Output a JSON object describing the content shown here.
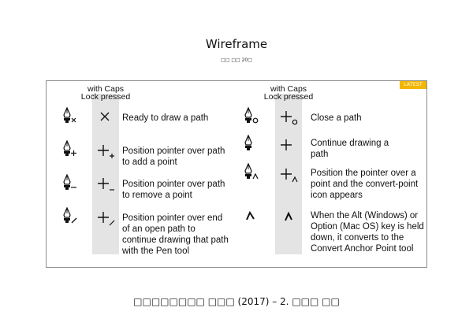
{
  "header": {
    "title": "Wireframe",
    "subtitle": "□□ □□ 20□"
  },
  "panel": {
    "badge": "LATEST",
    "left_column": {
      "header_line1": "with  Caps",
      "header_line2": "Lock pressed",
      "rows": [
        {
          "desc": "Ready to draw a path",
          "pen_icon": "pen-x-icon",
          "caps_icon": "cross-x-icon"
        },
        {
          "desc": "Position pointer over path to add a point",
          "pen_icon": "pen-plus-icon",
          "caps_icon": "crosshair-plus-icon"
        },
        {
          "desc": "Position pointer over path to remove a point",
          "pen_icon": "pen-minus-icon",
          "caps_icon": "crosshair-minus-icon"
        },
        {
          "desc": "Position pointer over end of an open path to continue drawing that path with the Pen tool",
          "pen_icon": "pen-slash-icon",
          "caps_icon": "crosshair-slash-icon"
        }
      ]
    },
    "right_column": {
      "header_line1": "with  Caps",
      "header_line2": "Lock pressed",
      "rows": [
        {
          "desc": "Close a path",
          "pen_icon": "pen-circle-icon",
          "caps_icon": "crosshair-circle-icon"
        },
        {
          "desc": "Continue drawing a path",
          "pen_icon": "pen-icon",
          "caps_icon": "crosshair-icon"
        },
        {
          "desc": "Position the pointer over a point and the convert-point icon appears",
          "pen_icon": "pen-caret-icon",
          "caps_icon": "crosshair-caret-icon"
        },
        {
          "desc": "When the Alt (Windows) or Option (Mac OS) key is held down, it converts to the Convert Anchor Point tool",
          "pen_icon": "convert-anchor-icon",
          "caps_icon": "convert-anchor-icon"
        }
      ]
    }
  },
  "footer": {
    "caption": "□□□□□□□□ □□□ (2017) – 2. □□□ □□"
  }
}
